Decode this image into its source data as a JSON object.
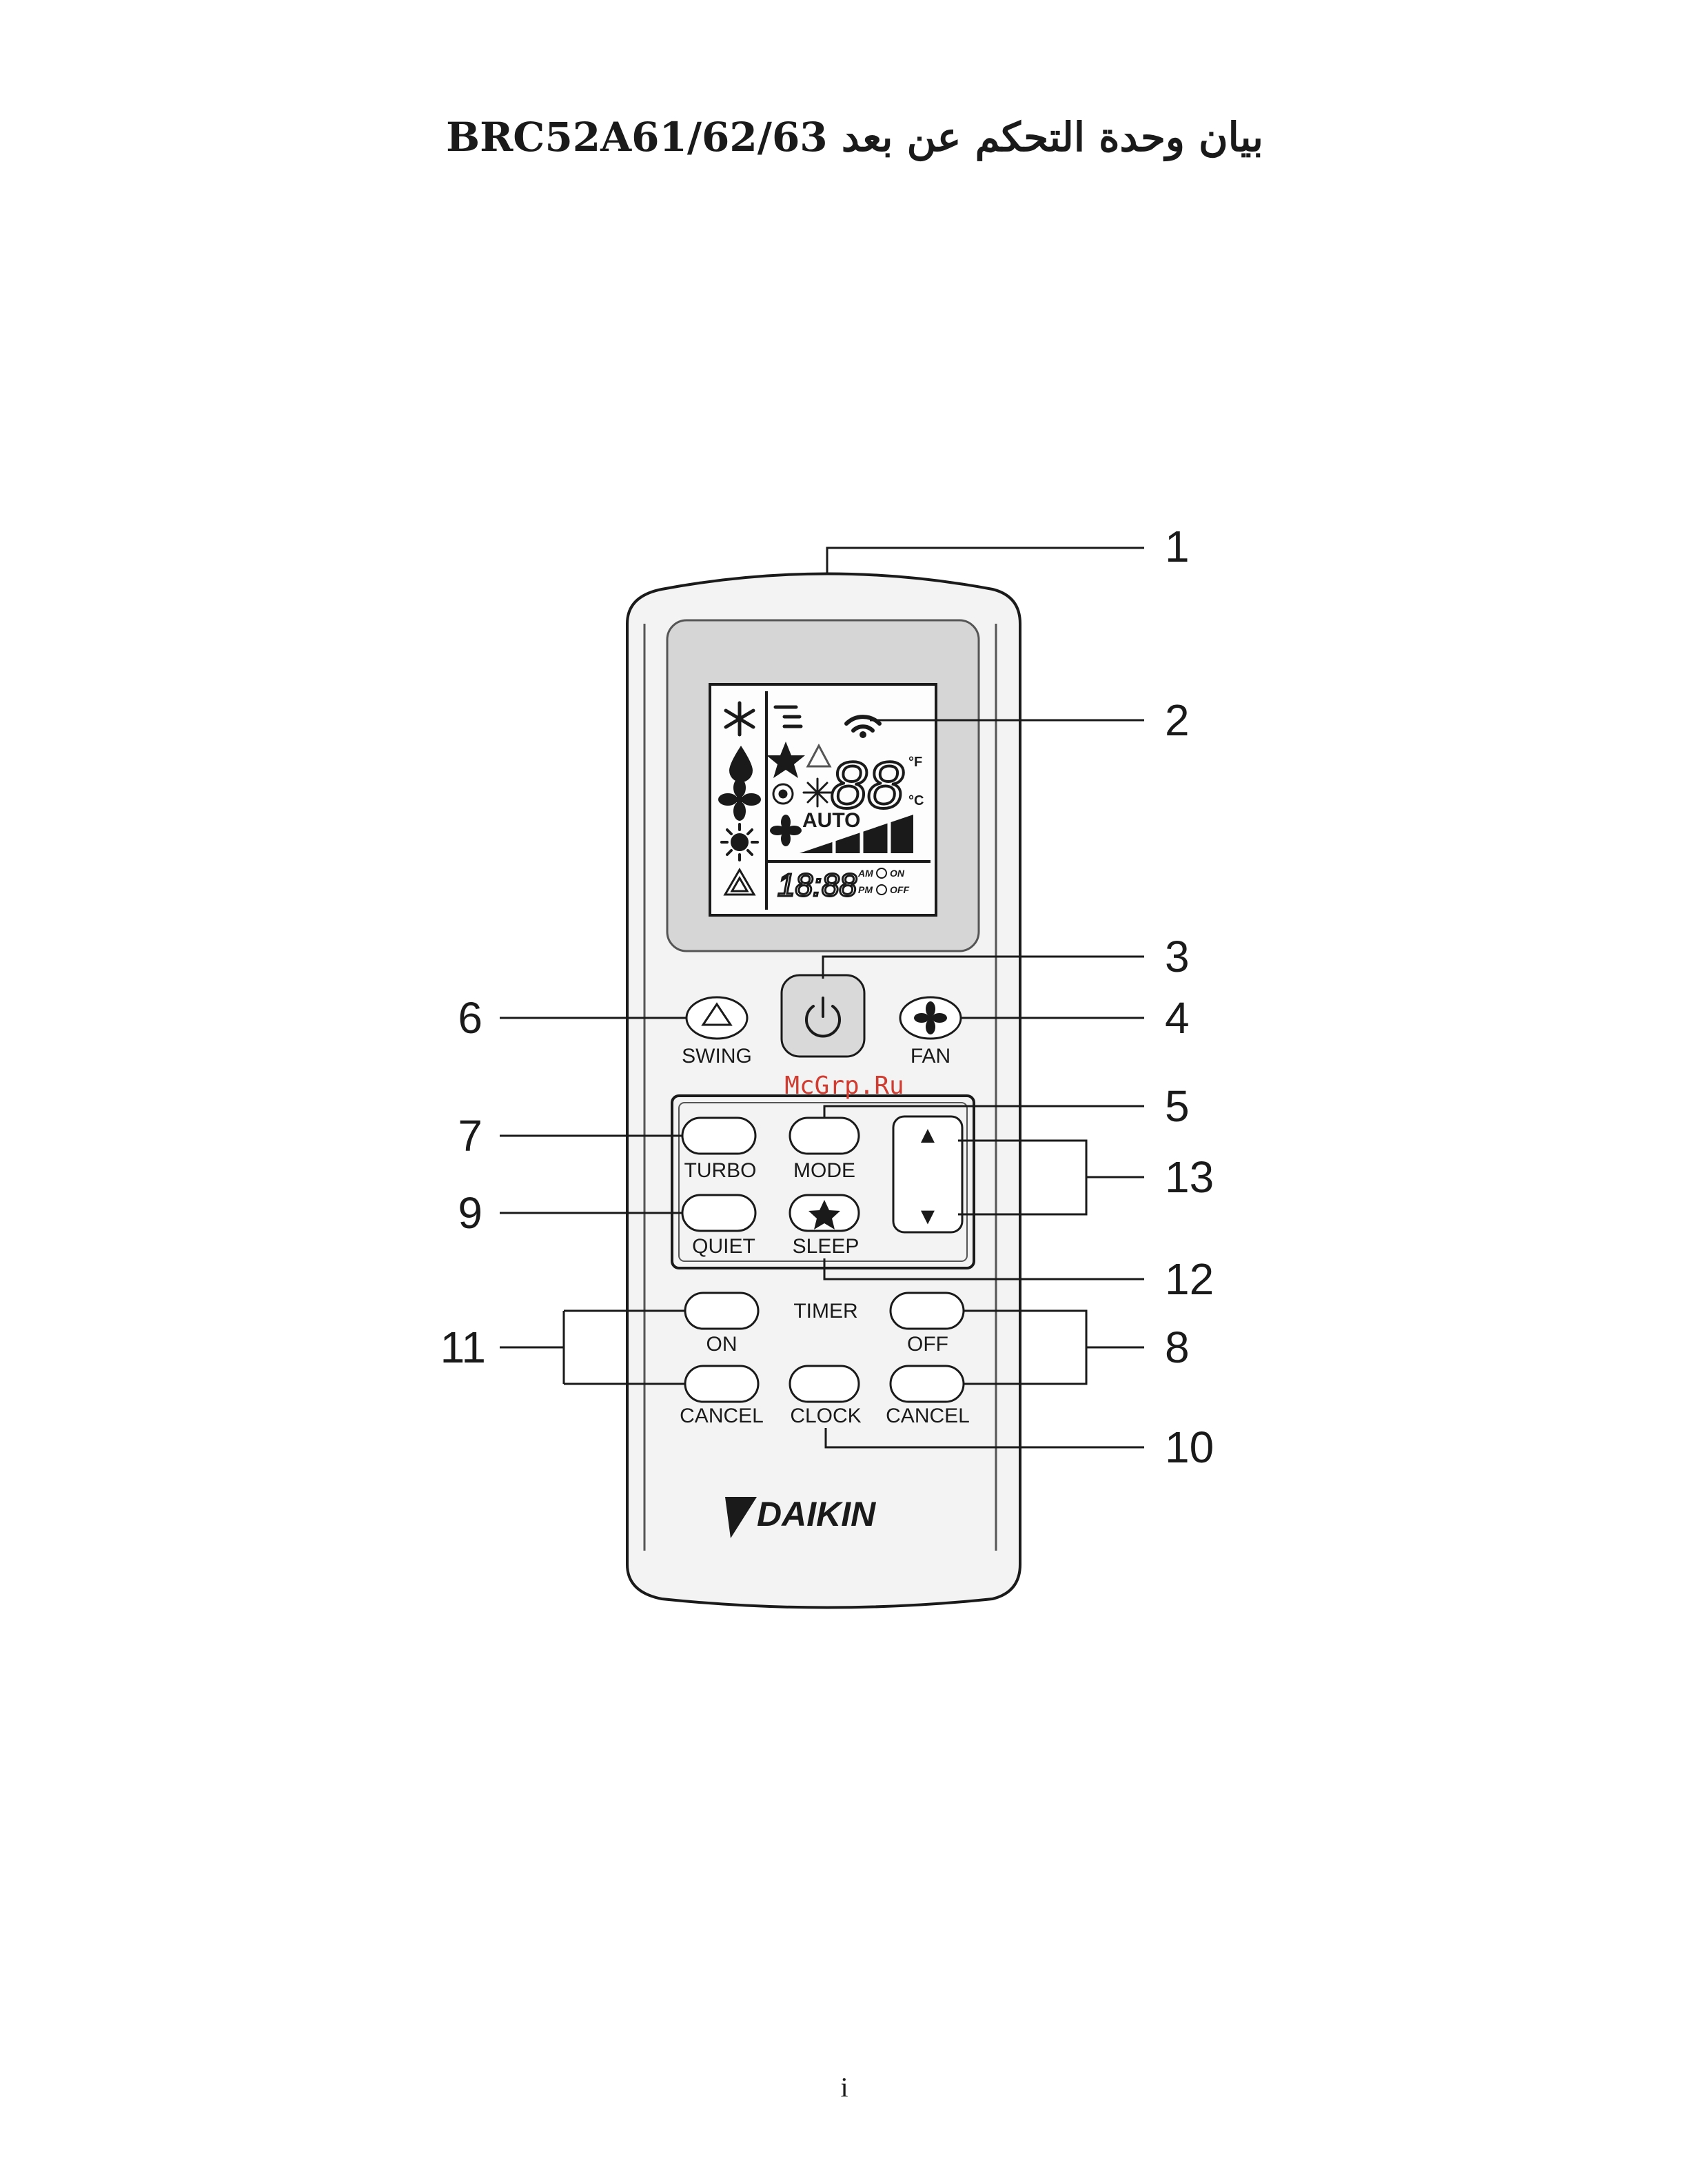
{
  "title": "BRC52A61/62/63 بيان وحدة التحكم عن بعد",
  "watermark": "McGrp.Ru",
  "page_number": "i",
  "colors": {
    "line": "#1a1a1a",
    "remote_body": "#f3f3f3",
    "lcd_bezel": "#d6d6d6",
    "lcd": "#fdfdfd",
    "power_button": "#d9d9d9",
    "watermark": "#d23b2f"
  },
  "display": {
    "temperature": "88",
    "unit_f": "°F",
    "unit_c": "°C",
    "fan_mode": "AUTO",
    "clock": "18:88",
    "am": "AM",
    "pm": "PM",
    "timer_on": "ON",
    "timer_off": "OFF",
    "icons": [
      "snowflake-icon",
      "drop-icon",
      "fan-icon",
      "sun-icon",
      "triangle-auto-icon",
      "airflow-icon",
      "star-icon",
      "swing-icon",
      "turbo-icon",
      "quiet-icon",
      "signal-icon"
    ]
  },
  "buttons": {
    "swing": "SWING",
    "fan": "FAN",
    "turbo": "TURBO",
    "mode": "MODE",
    "quiet": "QUIET",
    "sleep": "SLEEP",
    "timer": "TIMER",
    "on": "ON",
    "off": "OFF",
    "cancel_on": "CANCEL",
    "clock": "CLOCK",
    "cancel_off": "CANCEL",
    "up": "▲",
    "down": "▼"
  },
  "brand": "DAIKIN",
  "callouts": {
    "c1": "1",
    "c2": "2",
    "c3": "3",
    "c4": "4",
    "c5": "5",
    "c6": "6",
    "c7": "7",
    "c8": "8",
    "c9": "9",
    "c10": "10",
    "c11": "11",
    "c12": "12",
    "c13": "13"
  }
}
